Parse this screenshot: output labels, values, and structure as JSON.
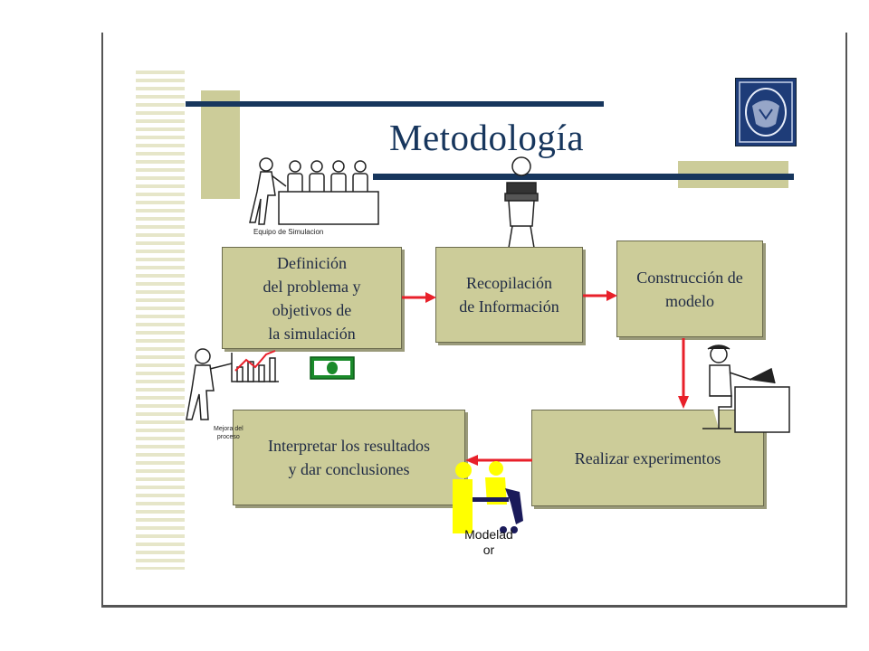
{
  "slide": {
    "title": "Metodología"
  },
  "steps": [
    {
      "label": "Definición\ndel problema y\nobjetivos de\nla simulación"
    },
    {
      "label": "Recopilación\nde Información"
    },
    {
      "label": "Construcción de\nmodelo"
    },
    {
      "label": "Realizar experimentos"
    },
    {
      "label": "Interpretar los resultados\ny dar conclusiones"
    }
  ],
  "captions": {
    "team": "Equipo de Simulacion",
    "improve": "Mejora del\nproceso",
    "modeler": "Modelad\nor",
    "dash": "_"
  },
  "colors": {
    "box_fill": "#cccc99",
    "navy": "#17365d",
    "arrow": "#e8202a",
    "money": "#1a8a2a",
    "modeler_figure": "#ffff00"
  }
}
